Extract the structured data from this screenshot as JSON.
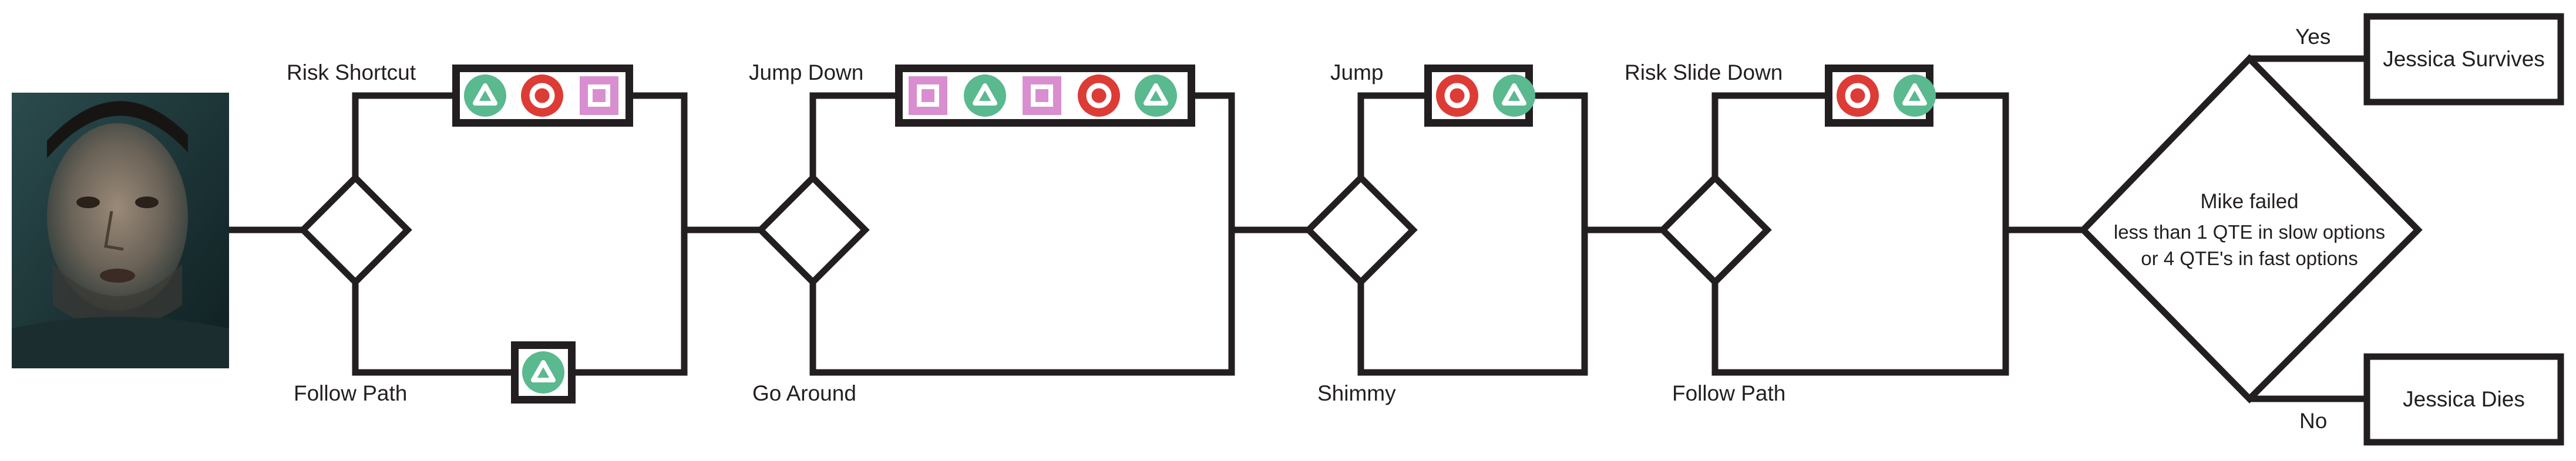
{
  "colors": {
    "line": "#231f20",
    "triangle": "#5ab98f",
    "circle": "#dd3b35",
    "square": "#d98ecf",
    "portrait_bg": "#1d3a3d"
  },
  "portrait": {
    "subject": "Mike (character portrait)"
  },
  "decisions": [
    {
      "top_label": "Risk Shortcut",
      "top_qte": [
        "triangle",
        "circle",
        "square"
      ],
      "bottom_label": "Follow Path",
      "bottom_qte": [
        "triangle"
      ]
    },
    {
      "top_label": "Jump Down",
      "top_qte": [
        "square",
        "triangle",
        "square",
        "circle",
        "triangle"
      ],
      "bottom_label": "Go Around",
      "bottom_qte": []
    },
    {
      "top_label": "Jump",
      "top_qte": [
        "circle",
        "triangle"
      ],
      "bottom_label": "Shimmy",
      "bottom_qte": []
    },
    {
      "top_label": "Risk Slide Down",
      "top_qte": [
        "circle",
        "triangle"
      ],
      "bottom_label": "Follow Path",
      "bottom_qte": []
    }
  ],
  "final_check": {
    "line1": "Mike failed",
    "line2": "less than 1 QTE in slow options",
    "line3": "or 4 QTE's in fast options",
    "yes_label": "Yes",
    "no_label": "No",
    "yes_outcome": "Jessica Survives",
    "no_outcome": "Jessica Dies"
  }
}
